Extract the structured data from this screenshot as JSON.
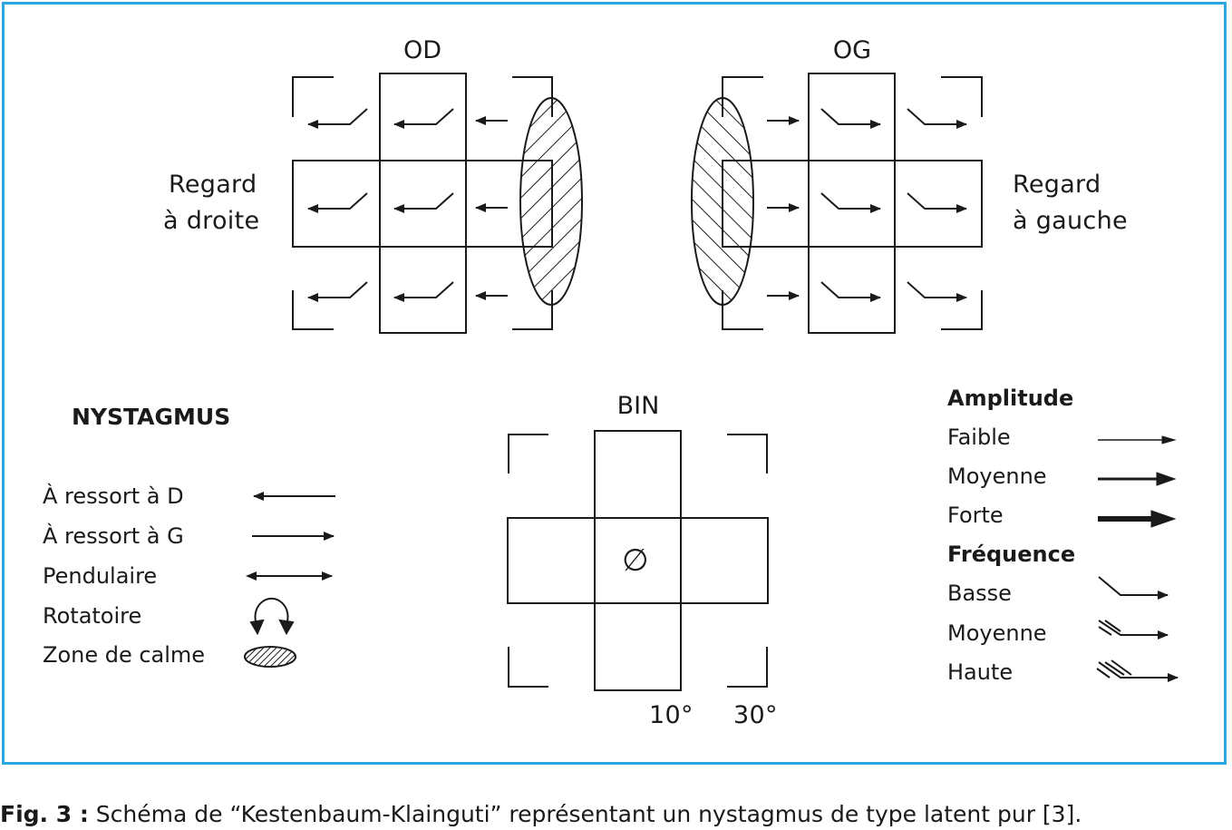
{
  "labels": {
    "od": "OD",
    "og": "OG",
    "bin": "BIN",
    "regard_droite_1": "Regard",
    "regard_droite_2": "à droite",
    "regard_gauche_1": "Regard",
    "regard_gauche_2": "à gauche",
    "null_symbol": "∅",
    "deg10": "10°",
    "deg30": "30°"
  },
  "nystagmus_legend": {
    "title": "NYSTAGMUS",
    "items": [
      "À ressort à D",
      "À ressort à G",
      "Pendulaire",
      "Rotatoire",
      "Zone de calme"
    ]
  },
  "amplitude_legend": {
    "title": "Amplitude",
    "items": [
      "Faible",
      "Moyenne",
      "Forte"
    ]
  },
  "frequence_legend": {
    "title": "Fréquence",
    "items": [
      "Basse",
      "Moyenne",
      "Haute"
    ]
  },
  "caption": {
    "fig": "Fig. 3 :",
    "text": " Schéma de “Kestenbaum-Klainguti” représentant un nystagmus de type latent pur [3]."
  },
  "colors": {
    "frame": "#2aa6e0",
    "ink": "#1a1a1a"
  }
}
